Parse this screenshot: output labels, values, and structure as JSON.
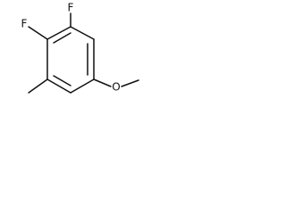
{
  "molecule": {
    "atoms": {
      "f_top": "F",
      "f_left": "F",
      "o": "O"
    }
  }
}
